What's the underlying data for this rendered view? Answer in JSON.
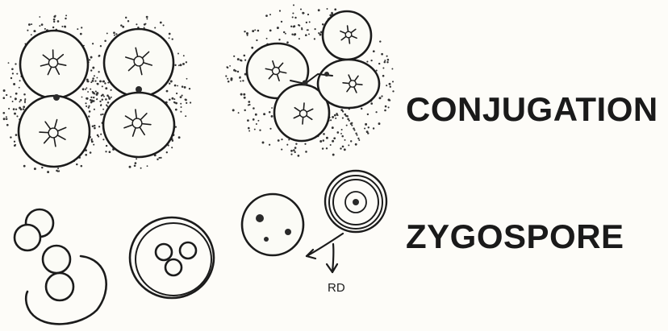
{
  "labels": {
    "conjugation": "CONJUGATION",
    "zygospore": "ZYGOSPORE",
    "rd": "RD"
  },
  "colors": {
    "background": "#fdfcf8",
    "ink": "#1b1b1b"
  }
}
